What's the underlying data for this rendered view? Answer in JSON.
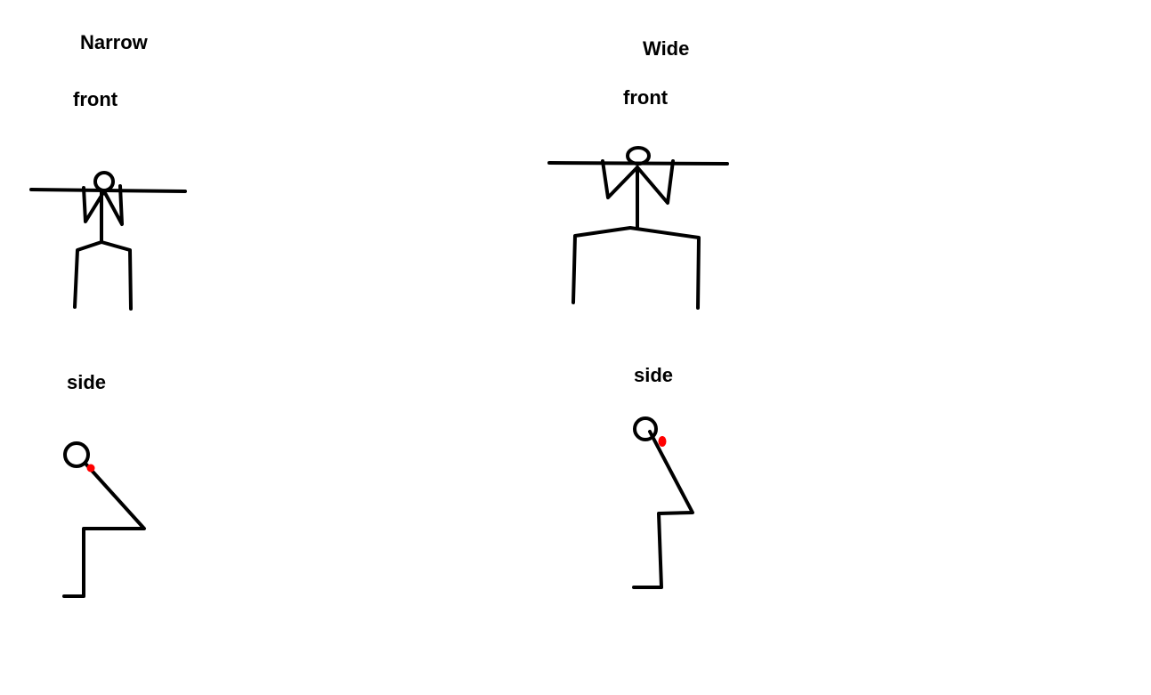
{
  "narrow": {
    "title": "Narrow",
    "front_label": "front",
    "side_label": "side"
  },
  "wide": {
    "title": "Wide",
    "front_label": "front",
    "side_label": "side"
  },
  "colors": {
    "stroke": "#000000",
    "marker": "#ff0000"
  }
}
